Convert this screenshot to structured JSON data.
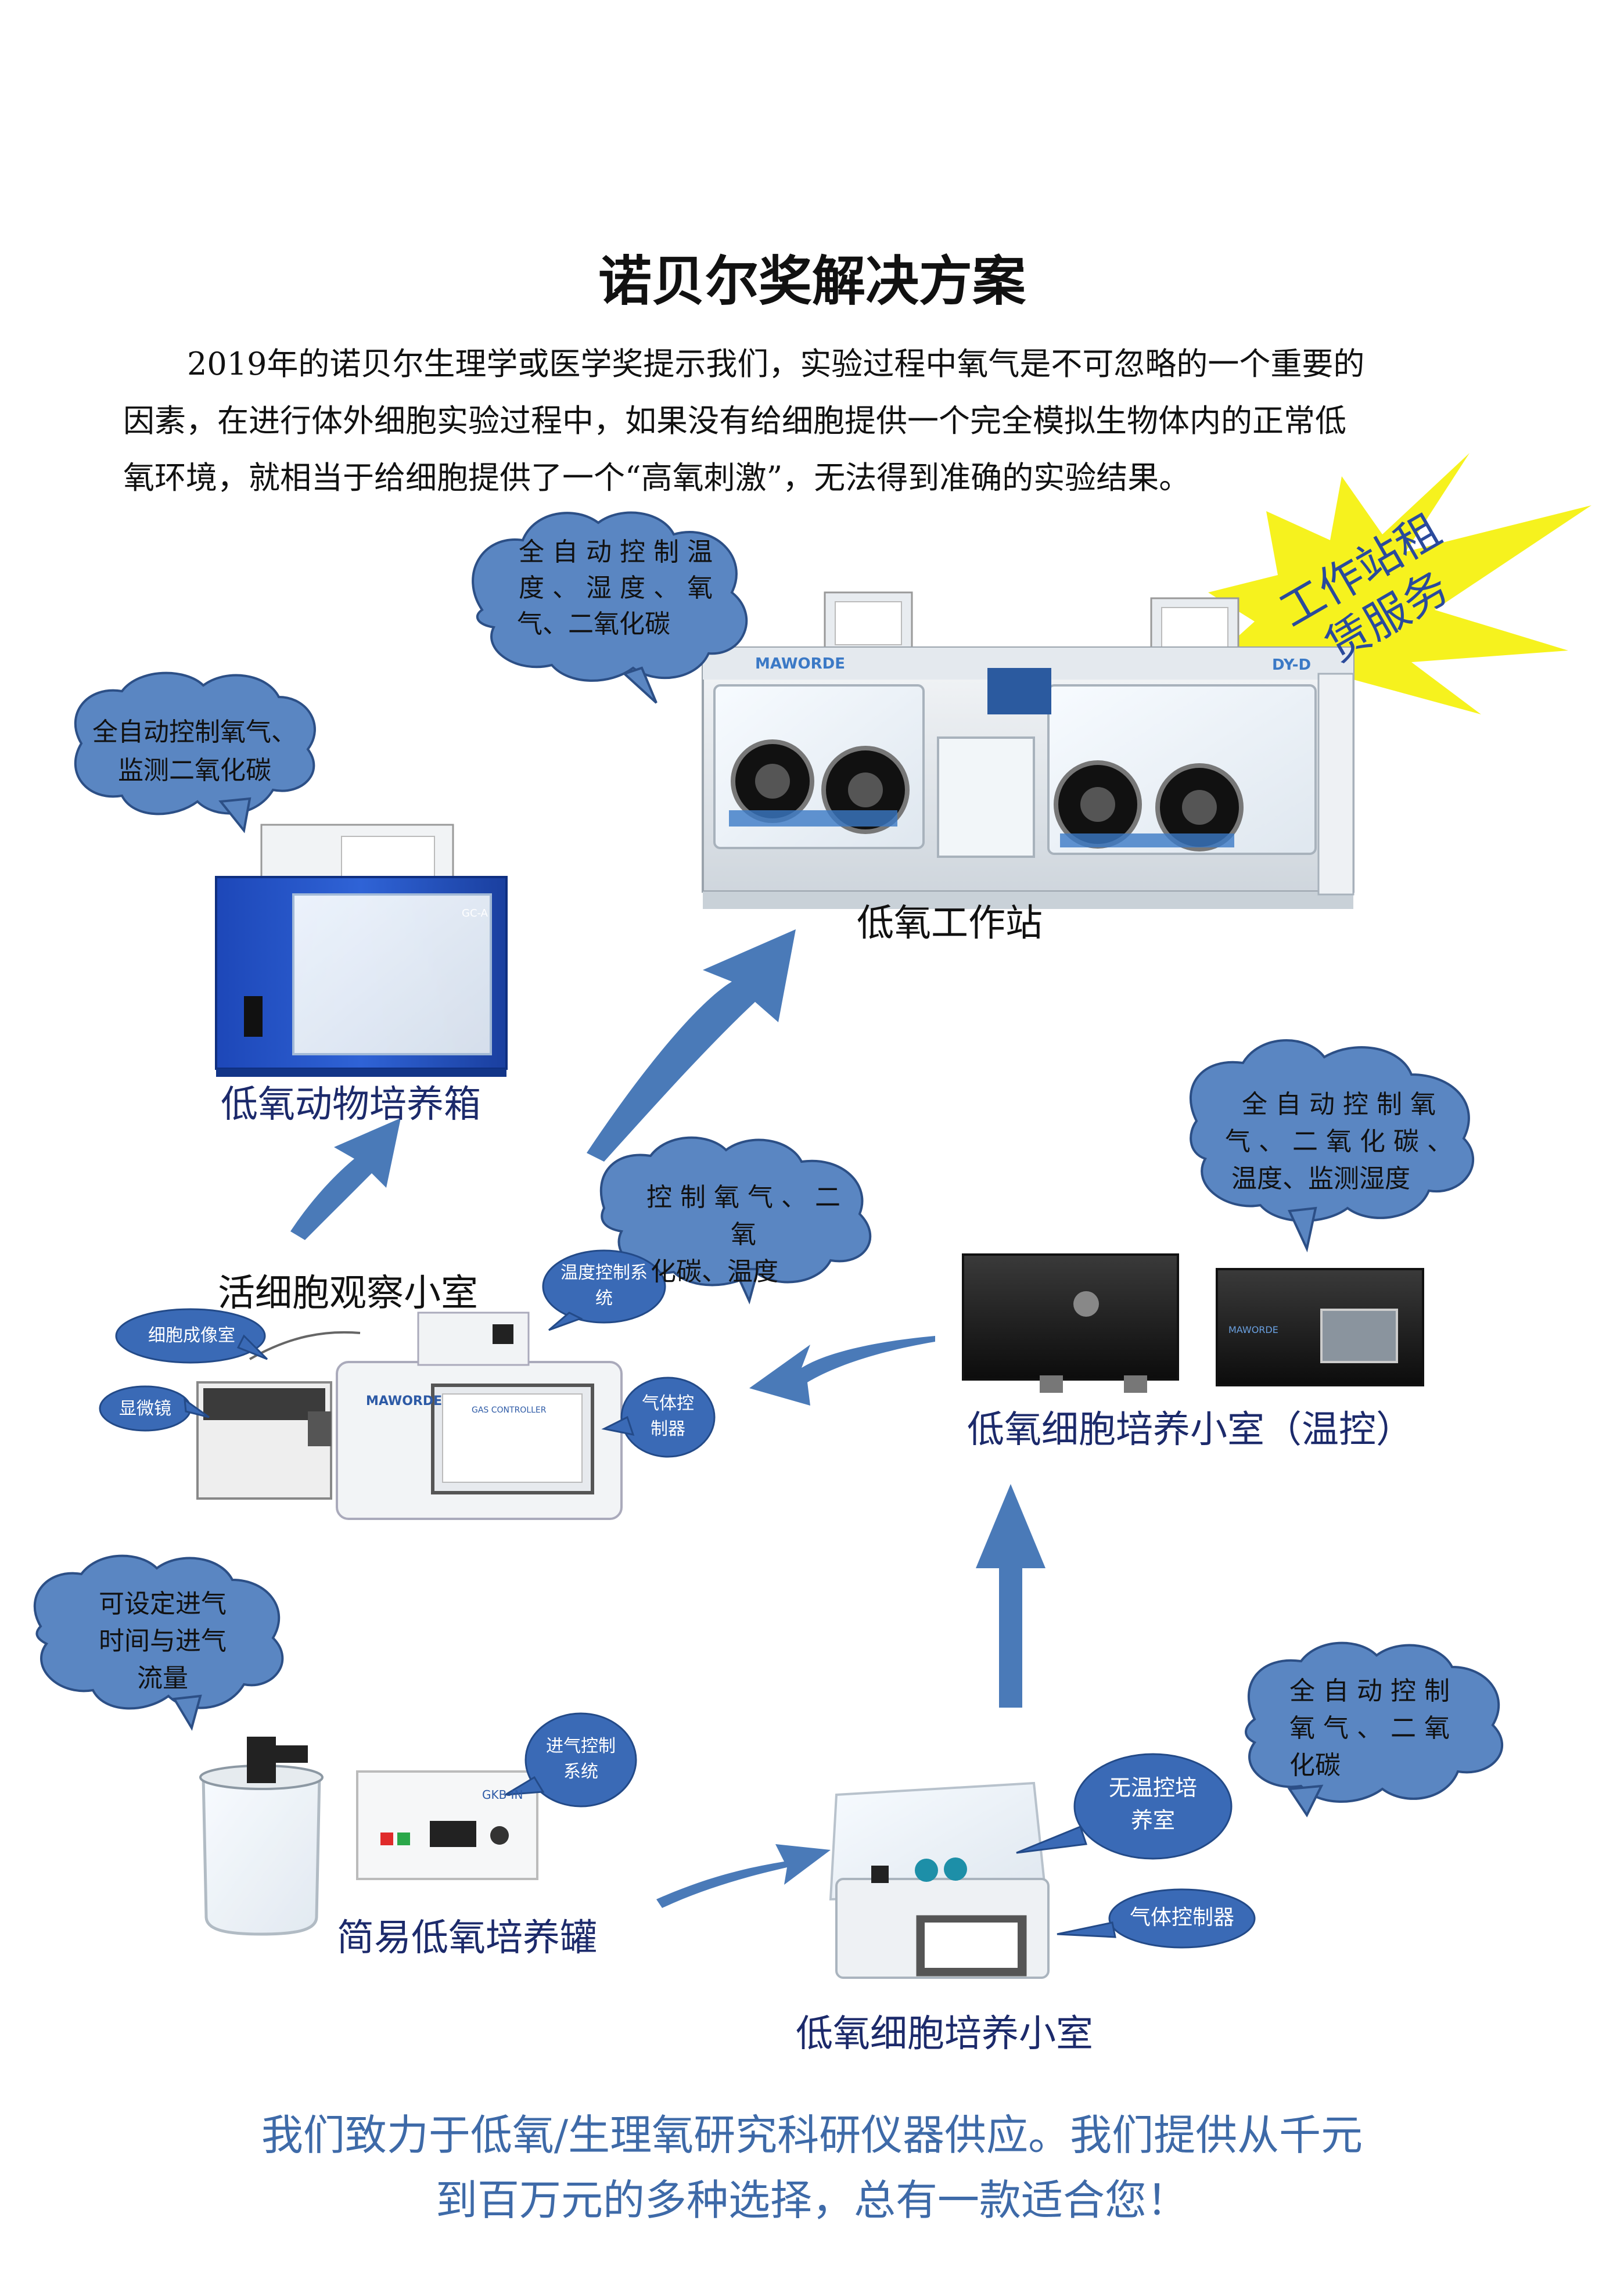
{
  "page": {
    "title": "诺贝尔奖解决方案",
    "intro": [
      "2019年的诺贝尔生理学或医学奖提示我们，实验过程中氧气是不可忽略的一个重要的",
      "因素，在进行体外细胞实验过程中，如果没有给细胞提供一个完全模拟生物体内的正常低",
      "氧环境，就相当于给细胞提供了一个“高氧刺激”，无法得到准确的实验结果。"
    ],
    "footer": [
      "我们致力于低氧/生理氧研究科研仪器供应。我们提供从千元",
      "到百万元的多种选择，总有一款适合您！"
    ]
  },
  "products": {
    "workstation": {
      "caption": "低氧工作站",
      "bubble": [
        "全 自 动 控 制 温",
        "度 、 湿 度 、 氧",
        "气、二氧化碳"
      ],
      "badge": [
        "工作站租",
        "赁服务"
      ],
      "brand": "MAWORDE",
      "model": "DY-D"
    },
    "animal": {
      "caption": "低氧动物培养箱",
      "bubble": [
        "全自动控制氧气、",
        "监测二氧化碳"
      ],
      "model": "GC-A"
    },
    "observation": {
      "caption": "活细胞观察小室",
      "bubble": [
        "控 制 氧 气 、 二 氧",
        "化碳、温度"
      ],
      "label_imaging": "细胞成像室",
      "label_microscope": "显微镜",
      "label_temp": [
        "温度控制系",
        "统"
      ],
      "label_gas": [
        "气体控",
        "制器"
      ],
      "brand": "MAWORDE",
      "screen": "GAS CONTROLLER"
    },
    "incubator_temp": {
      "caption": "低氧细胞培养小室（温控）",
      "bubble": [
        "全 自 动 控 制 氧",
        "气 、 二 氧 化 碳 、",
        "温度、监测湿度"
      ],
      "brand": "MAWORDE"
    },
    "jar": {
      "caption": "简易低氧培养罐",
      "bubble": [
        "可设定进气",
        "时间与进气",
        "流量"
      ],
      "label_control": [
        "进气控制",
        "系统"
      ],
      "model": "GKB-IN"
    },
    "incubator": {
      "caption": "低氧细胞培养小室",
      "bubble": [
        "全 自 动 控 制",
        "氧 气 、 二 氧",
        "化碳"
      ],
      "label_chamber": [
        "无温控培",
        "养室"
      ],
      "label_gas": "气体控制器"
    }
  },
  "colors": {
    "arrow": "#4a7ab8",
    "bubble_fill": "#5a86c2",
    "badge_fill": "#f6f21e",
    "footer_text": "#3e6aa8",
    "caption_blue": "#1c2a6b"
  }
}
